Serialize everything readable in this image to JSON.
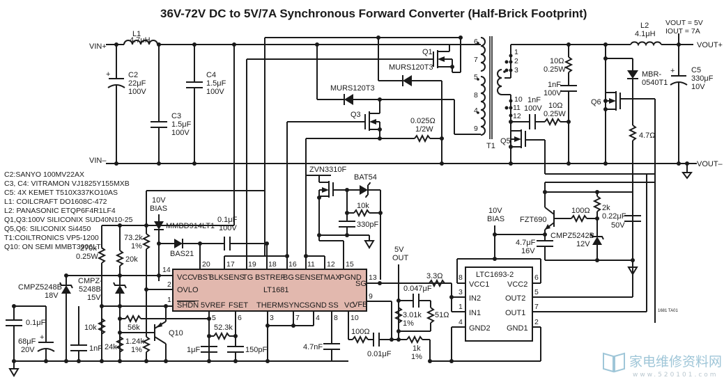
{
  "title": "36V-72V DC to 5V/7A Synchronous Forward Converter (Half-Brick Footprint)",
  "terminals": {
    "vin_plus": "VIN+",
    "vin_minus": "VIN–",
    "vout_plus": "VOUT+",
    "vout_minus": "VOUT–",
    "vout_spec": "VOUT = 5V",
    "iout_spec": "IOUT = 7A"
  },
  "components": {
    "L1": {
      "ref": "L1",
      "value": "4.7μH"
    },
    "L2": {
      "ref": "L2",
      "value": "4.1μH"
    },
    "C2": {
      "ref": "C2",
      "value": "22μF",
      "rating": "100V"
    },
    "C3": {
      "ref": "C3",
      "value": "1.5μF",
      "rating": "100V"
    },
    "C4": {
      "ref": "C4",
      "value": "1.5μF",
      "rating": "100V"
    },
    "C5": {
      "ref": "C5",
      "value": "330μF",
      "rating": "10V"
    },
    "Q1": {
      "ref": "Q1"
    },
    "Q3": {
      "ref": "Q3"
    },
    "Q5": {
      "ref": "Q5"
    },
    "Q6": {
      "ref": "Q6"
    },
    "Q10": {
      "ref": "Q10"
    },
    "T1": {
      "ref": "T1",
      "pins_primary": [
        "6",
        "7",
        "5",
        "8",
        "4",
        "9"
      ],
      "pins_secondary": [
        "1",
        "2",
        "3",
        "10",
        "11",
        "12"
      ]
    },
    "D_murs_1": "MURS120T3",
    "D_murs_2": "MURS120T3",
    "R_sense": {
      "value": "0.025Ω",
      "rating": "1/2W"
    },
    "R_snub1": {
      "value": "10Ω",
      "rating": "0.25W"
    },
    "C_snub1": {
      "value": "1nF",
      "rating": "100V"
    },
    "C_snub2": {
      "value": "1nF",
      "rating": "100V"
    },
    "R_snub2": {
      "value": "10Ω",
      "rating": "0.25W"
    },
    "D_mbr": {
      "line1": "MBR-",
      "line2": "0540T1"
    },
    "R_4p7": "4.7Ω",
    "zvn": "ZVN3310F",
    "bat54": "BAT54",
    "R_10k_top": "10k",
    "C_330p": "330pF",
    "bias_left": {
      "line1": "10V",
      "line2": "BIAS"
    },
    "bias_right": {
      "line1": "10V",
      "line2": "BIAS"
    },
    "D_mmbd": "MMBD914LT1",
    "D_bas21": "BAS21",
    "C_bst": {
      "value": "0.1μF",
      "rating": "100V"
    },
    "R_270k": {
      "value": "270k",
      "rating": "0.25W"
    },
    "R_73k": {
      "value": "73.2k",
      "rating": "1%"
    },
    "R_20k": "20k",
    "Z_18v": {
      "part": "CMPZ5248B",
      "rating": "18V"
    },
    "Z_15v": {
      "line1": "CMPZ-",
      "line2": "5248B",
      "rating": "15V"
    },
    "C_0p1": "0.1μF",
    "C_68u": {
      "value": "68μF",
      "rating": "20V"
    },
    "C_1n": "1nF",
    "R_10k_low": "10k",
    "R_24k": "24k",
    "R_56k": "56k",
    "R_1p24k": {
      "value": "1.24k",
      "rating": "1%"
    },
    "R_52k": "52.3k",
    "C_1u": "1μF",
    "C_150p": "150pF",
    "C_4n7": "4.7nF",
    "R_100": "100Ω",
    "C_0p01": "0.01μF",
    "vout_label": {
      "line1": "5V",
      "line2": "OUT"
    },
    "R_3p3": "3.3Ω",
    "C_0p047": "0.047μF",
    "R_3p01k": {
      "value": "3.01k",
      "rating": "1%"
    },
    "R_51": "51Ω",
    "R_1k": {
      "value": "1k",
      "rating": "1%"
    },
    "fzt": "FZT690",
    "R_100b": "100Ω",
    "R_2k": "2k",
    "C_0p22": {
      "value": "0.22μF",
      "rating": "50V"
    },
    "Z_12v": {
      "part": "CMPZ5242B",
      "rating": "12V"
    },
    "C_4p7u": {
      "value": "4.7μF",
      "rating": "16V"
    }
  },
  "lt1681": {
    "name": "LT1681",
    "top_pins": [
      {
        "num": "14",
        "label": "VCC"
      },
      {
        "num": "20",
        "label": "VBST"
      },
      {
        "num": "17",
        "label": "BLKSENS"
      },
      {
        "num": "19",
        "label": "TG"
      },
      {
        "num": "18",
        "label": "BSTREF"
      },
      {
        "num": "16",
        "label": "BG"
      },
      {
        "num": "11",
        "label": "SENSE"
      },
      {
        "num": "12",
        "label": "TMAX"
      },
      {
        "num": "15",
        "label": "PGND"
      }
    ],
    "left_pins": [
      {
        "num": "2",
        "label": "OVLO"
      },
      {
        "num": "1",
        "label": "SHDN"
      }
    ],
    "right_pins": [
      {
        "num": "13",
        "label": "SG"
      },
      {
        "num": "9",
        "label": "VFB"
      }
    ],
    "bottom_pins": [
      {
        "num": "5",
        "label": "5VREF"
      },
      {
        "num": "6",
        "label": "FSET"
      },
      {
        "num": "3",
        "label": "THERM"
      },
      {
        "num": "7",
        "label": "SYNC"
      },
      {
        "num": "4",
        "label": "SGND"
      },
      {
        "num": "8",
        "label": "SS"
      },
      {
        "num": "10",
        "label": "VC"
      }
    ]
  },
  "ltc1693": {
    "name": "LTC1693-2",
    "left_pins": [
      {
        "num": "8",
        "label": "VCC1"
      },
      {
        "num": "3",
        "label": "IN2"
      },
      {
        "num": "1",
        "label": "IN1"
      },
      {
        "num": "4",
        "label": "GND2"
      }
    ],
    "right_pins": [
      {
        "num": "6",
        "label": "VCC2"
      },
      {
        "num": "5",
        "label": "OUT2"
      },
      {
        "num": "7",
        "label": "OUT1"
      },
      {
        "num": "2",
        "label": "GND1"
      }
    ]
  },
  "bom_notes": [
    "C2:SANYO 100MV22AX",
    "C3, C4: VITRAMON VJ1825Y155MXB",
    "C5: 4X KEMET T510X337KO10AS",
    "L1: COILCRAFT DO1608C-472",
    "L2: PANASONIC ETQP6F4R1LF4",
    "Q1,Q3:100V SILICONIX SUD40N10-25",
    "Q5,Q6: SILICONIX Si4450",
    "T1:COILTRONICS VP5-1200",
    "Q10: ON SEMI MMBT3906LTI"
  ],
  "figure_id": "1681 TA01",
  "watermark": {
    "text": "家电维修资料网",
    "url_text": "www.520101.com"
  },
  "colors": {
    "ic_fill": "#e2b8ae",
    "wire": "#1a1a1a",
    "watermark": "#9fc6d8"
  }
}
